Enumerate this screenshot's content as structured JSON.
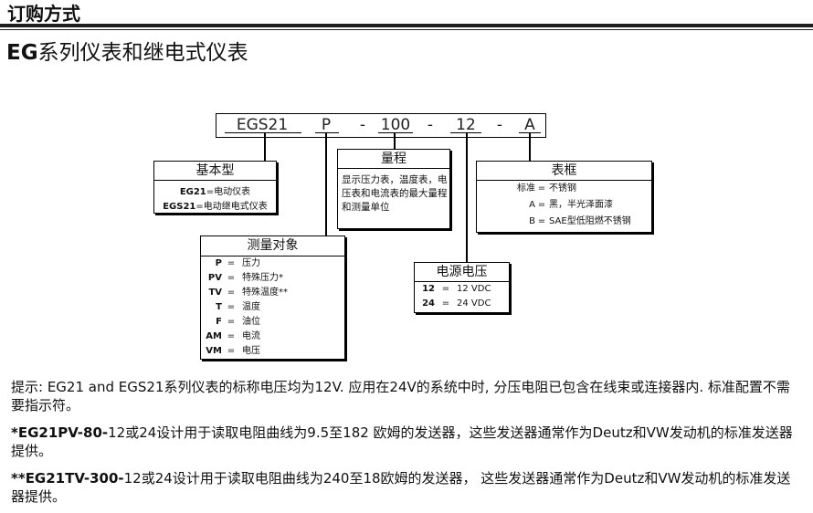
{
  "theme": {
    "text_color": "#111111",
    "rule_color": "#1e1e1e",
    "line_color": "#000000",
    "background": "#ffffff"
  },
  "section_heading": "订购方式",
  "title": {
    "prefix": "EG",
    "text": "系列仪表和继电式仪表"
  },
  "code": {
    "segments": [
      "EGS21",
      "P",
      "-",
      "100",
      "-",
      "12",
      "-",
      "A"
    ]
  },
  "boxes": {
    "basic_type": {
      "title": "基本型",
      "rows": [
        {
          "code": "EG21",
          "text": "=电动仪表"
        },
        {
          "code": "EGS21",
          "text": "=电动继电式仪表"
        }
      ]
    },
    "range": {
      "title": "量程",
      "text": "显示压力表，温度表，电压表和电流表的最大量程和测量单位"
    },
    "bezel": {
      "title": "表框",
      "rows": [
        {
          "key": "标准",
          "eq": "=",
          "value": "不锈钢"
        },
        {
          "key": "A",
          "eq": "=",
          "value": "黑，半光泽面漆"
        },
        {
          "key": "B",
          "eq": "=",
          "value": "SAE型低阻燃不锈钢"
        }
      ]
    },
    "measurement": {
      "title": "测量对象",
      "rows": [
        {
          "key": "P",
          "eq": "=",
          "value": "压力"
        },
        {
          "key": "PV",
          "eq": "=",
          "value": "特殊压力*"
        },
        {
          "key": "TV",
          "eq": "=",
          "value": "特殊温度**"
        },
        {
          "key": "T",
          "eq": "=",
          "value": "温度"
        },
        {
          "key": "F",
          "eq": "=",
          "value": "油位"
        },
        {
          "key": "AM",
          "eq": "=",
          "value": "电流"
        },
        {
          "key": "VM",
          "eq": "=",
          "value": "电压"
        }
      ]
    },
    "supply_voltage": {
      "title": "电源电压",
      "rows": [
        {
          "key": "12",
          "eq": "=",
          "value": "12 VDC"
        },
        {
          "key": "24",
          "eq": "=",
          "value": "24 VDC"
        }
      ]
    }
  },
  "notes": [
    {
      "text": "提示: EG21 and EGS21系列仪表的标称电压均为12V. 应用在24V的系统中时, 分压电阻已包含在线束或连接器内. 标准配置不需要指示符。"
    },
    {
      "lead": "*EG21PV-80-",
      "text": "12或24设计用于读取电阻曲线为9.5至182 欧姆的发送器，这些发送器通常作为Deutz和VW发动机的标准发送器提供。"
    },
    {
      "lead": "**EG21TV-300-",
      "text": "12或24设计用于读取电阻曲线为240至18欧姆的发送器， 这些发送器通常作为Deutz和VW发动机的标准发送器提供。"
    }
  ]
}
